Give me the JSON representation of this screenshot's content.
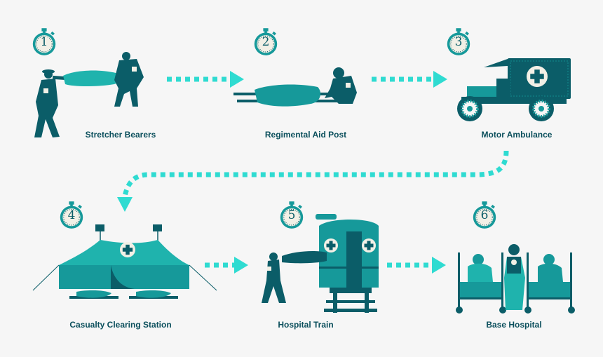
{
  "colors": {
    "background": "#f6f6f6",
    "dark_teal": "#0b5d68",
    "mid_teal": "#16999a",
    "light_teal": "#1fb3ad",
    "arrow_cyan": "#2fdbd1",
    "label_text": "#0b4f5c",
    "clock_face": "#f2f0e6"
  },
  "steps": [
    {
      "number": "1",
      "label": "Stretcher Bearers",
      "icon": "stretcher-bearers-illustration"
    },
    {
      "number": "2",
      "label": "Regimental Aid Post",
      "icon": "aid-post-illustration"
    },
    {
      "number": "3",
      "label": "Motor Ambulance",
      "icon": "motor-ambulance-illustration"
    },
    {
      "number": "4",
      "label": "Casualty Clearing Station",
      "icon": "tent-illustration"
    },
    {
      "number": "5",
      "label": "Hospital Train",
      "icon": "hospital-train-illustration"
    },
    {
      "number": "6",
      "label": "Base Hospital",
      "icon": "base-hospital-illustration"
    }
  ],
  "connectors": [
    {
      "from": "1",
      "to": "2",
      "style": "dotted-arrow-right"
    },
    {
      "from": "2",
      "to": "3",
      "style": "dotted-arrow-right"
    },
    {
      "from": "3",
      "to": "4",
      "style": "dotted-curved-arrow-down"
    },
    {
      "from": "4",
      "to": "5",
      "style": "dotted-arrow-right"
    },
    {
      "from": "5",
      "to": "6",
      "style": "dotted-arrow-right"
    }
  ]
}
